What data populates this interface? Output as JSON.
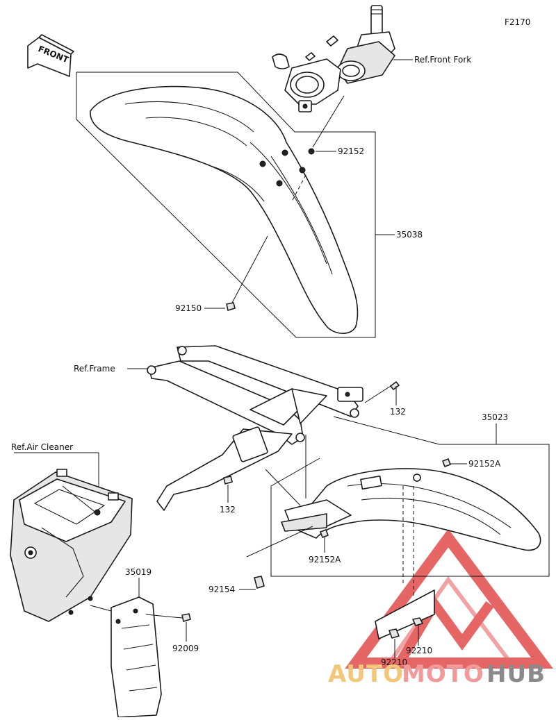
{
  "figure_code": "F2170",
  "direction_label": "FRONT",
  "callouts": {
    "ref_front_fork": "Ref.Front Fork",
    "p92152_top": "92152",
    "p35038": "35038",
    "p92150": "92150",
    "ref_frame": "Ref.Frame",
    "p132_right": "132",
    "p35023": "35023",
    "p92152a_right": "92152A",
    "ref_air_cleaner": "Ref.Air Cleaner",
    "p132_left": "132",
    "p92152a_bottom": "92152A",
    "p35019": "35019",
    "p92154": "92154",
    "p92009": "92009",
    "p92210_right": "92210",
    "p92210_bottom": "92210"
  },
  "watermark": {
    "word_1": "AUTO",
    "word_2": "MOTO",
    "word_3": "HUB",
    "color_1": "#f2c77a",
    "color_2": "#f29a9a",
    "color_3": "#8a8a8a",
    "logo_color": "#e24b4b"
  }
}
